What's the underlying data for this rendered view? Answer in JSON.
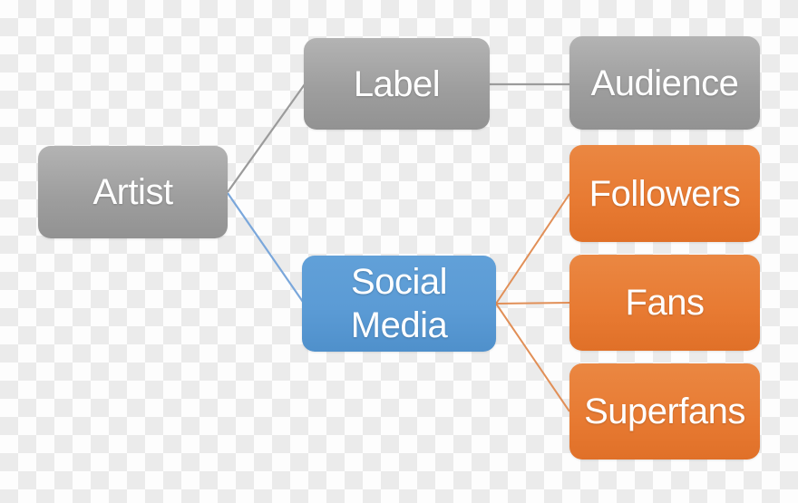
{
  "background": {
    "checker_light": "#fdfdfd",
    "checker_dark": "#ebebeb"
  },
  "colors": {
    "gray_node": "#a3a3a3",
    "blue_node": "#5b9bd5",
    "orange_node": "#e87b33",
    "text": "#ffffff",
    "gray_edge": "#9b9b9b",
    "blue_edge": "#7aa7db",
    "orange_edge": "#e18f57"
  },
  "nodes": {
    "artist": {
      "label": "Artist"
    },
    "label": {
      "label": "Label"
    },
    "audience": {
      "label": "Audience"
    },
    "social_media": {
      "label": "Social Media"
    },
    "followers": {
      "label": "Followers"
    },
    "fans": {
      "label": "Fans"
    },
    "superfans": {
      "label": "Superfans"
    }
  },
  "edges": [
    {
      "from": "Artist",
      "to": "Label"
    },
    {
      "from": "Artist",
      "to": "Social Media"
    },
    {
      "from": "Label",
      "to": "Audience"
    },
    {
      "from": "Social Media",
      "to": "Followers"
    },
    {
      "from": "Social Media",
      "to": "Fans"
    },
    {
      "from": "Social Media",
      "to": "Superfans"
    }
  ]
}
